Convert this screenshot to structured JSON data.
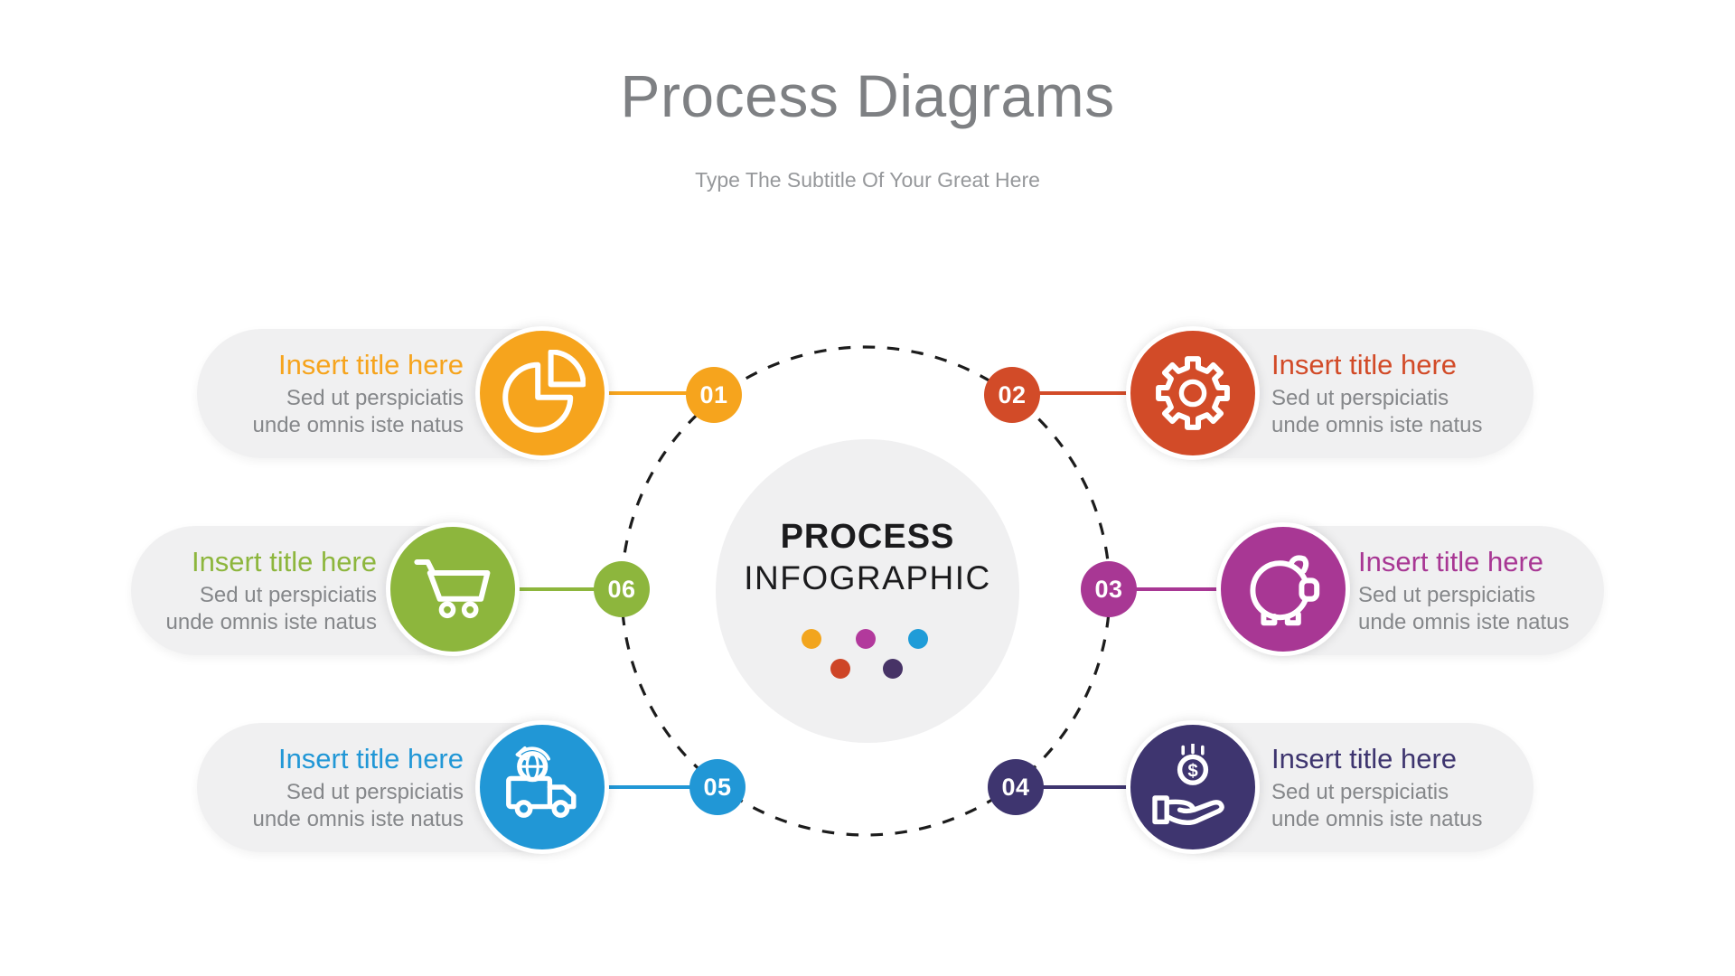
{
  "header": {
    "title": "Process Diagrams",
    "subtitle": "Type The Subtitle Of Your Great Here"
  },
  "center": {
    "line1": "PROCESS",
    "line2": "INFOGRAPHIC",
    "dots": [
      {
        "name": "orange-dot",
        "color": "#F2A51E"
      },
      {
        "name": "magenta-dot",
        "color": "#B2399C"
      },
      {
        "name": "blue-dot",
        "color": "#1F9CD8"
      },
      {
        "name": "red-dot",
        "color": "#CE4527"
      },
      {
        "name": "navy-dot",
        "color": "#473366"
      }
    ]
  },
  "items": [
    {
      "number": "01",
      "title": "Insert title here",
      "body_line1": "Sed ut perspiciatis",
      "body_line2": "unde omnis iste natus",
      "color": "#F6A41D",
      "icon": "pie-chart-icon"
    },
    {
      "number": "02",
      "title": "Insert title here",
      "body_line1": "Sed ut perspiciatis",
      "body_line2": "unde omnis iste natus",
      "color": "#D24B28",
      "icon": "gear-icon"
    },
    {
      "number": "03",
      "title": "Insert title here",
      "body_line1": "Sed ut perspiciatis",
      "body_line2": "unde omnis iste natus",
      "color": "#A83794",
      "icon": "piggy-bank-icon"
    },
    {
      "number": "04",
      "title": "Insert title here",
      "body_line1": "Sed ut perspiciatis",
      "body_line2": "unde omnis iste natus",
      "color": "#3E356F",
      "icon": "hand-money-icon"
    },
    {
      "number": "05",
      "title": "Insert title here",
      "body_line1": "Sed ut perspiciatis",
      "body_line2": "unde omnis iste natus",
      "color": "#2197D6",
      "icon": "delivery-truck-icon"
    },
    {
      "number": "06",
      "title": "Insert title here",
      "body_line1": "Sed ut perspiciatis",
      "body_line2": "unde omnis iste natus",
      "color": "#8DB63D",
      "icon": "shopping-cart-icon"
    }
  ],
  "ring": {
    "stroke_color": "#1C1C1C"
  }
}
